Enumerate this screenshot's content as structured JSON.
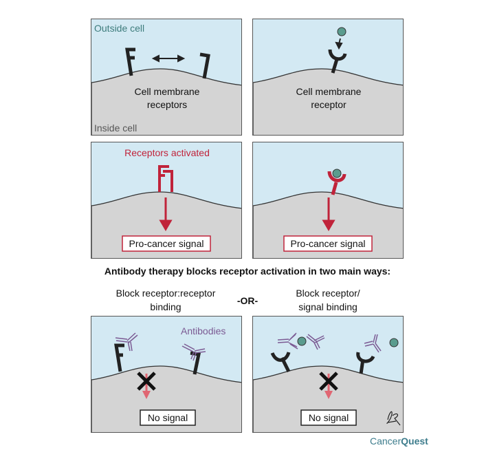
{
  "panels": {
    "p1": {
      "outside": "Outside cell",
      "inside": "Inside cell",
      "label1": "Cell membrane",
      "label2": "receptors"
    },
    "p2": {
      "label1": "Cell membrane",
      "label2": "receptor"
    },
    "p3": {
      "title": "Receptors activated",
      "signal": "Pro-cancer signal"
    },
    "p4": {
      "signal": "Pro-cancer signal"
    },
    "p5": {
      "antibodies": "Antibodies",
      "signal": "No signal"
    },
    "p6": {
      "signal": "No signal"
    }
  },
  "heading": "Antibody therapy blocks receptor activation in two main ways:",
  "left_caption": [
    "Block receptor:receptor",
    "binding"
  ],
  "or_label": "-OR-",
  "right_caption": [
    "Block receptor/",
    "signal binding"
  ],
  "logo": {
    "part1": "Cancer",
    "part2": "Quest"
  },
  "signature": "LR",
  "colors": {
    "outside": "#d3e9f3",
    "inside": "#d4d4d4",
    "teal": "#3d7c7c",
    "red": "#c0233a",
    "purple": "#7b5a93",
    "pink": "#e06672"
  }
}
